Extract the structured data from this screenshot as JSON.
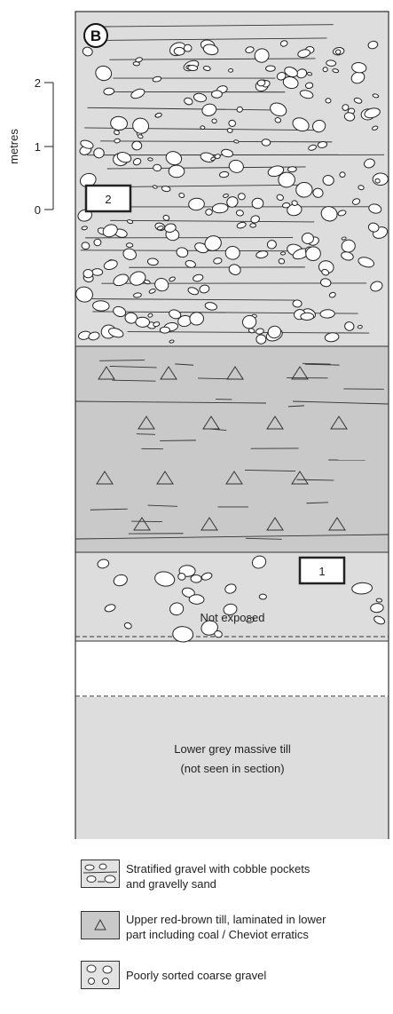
{
  "section": {
    "badge": "B",
    "scale": {
      "unit_label": "metres",
      "ticks": [
        "2",
        "1",
        "0"
      ]
    },
    "sample_boxes": [
      "2",
      "1"
    ],
    "layers": [
      {
        "id": "stratified-gravel",
        "fill": "#dddddd"
      },
      {
        "id": "red-brown-till",
        "fill": "#c9c9c9"
      },
      {
        "id": "coarse-gravel",
        "fill": "#dddddd"
      },
      {
        "id": "not-exposed",
        "label": "Not exposed",
        "fill": "#ffffff"
      },
      {
        "id": "lower-grey-till",
        "label": "Lower grey massive till\n(not seen in section)",
        "fill": "#dddddd"
      }
    ]
  },
  "legend": [
    {
      "icon": "stratified-gravel-swatch",
      "text": "Stratified gravel with cobble pockets\nand gravelly sand"
    },
    {
      "icon": "till-triangle-swatch",
      "text": "Upper red-brown till, laminated in lower\npart including coal / Cheviot erratics"
    },
    {
      "icon": "coarse-gravel-swatch",
      "text": "Poorly sorted coarse gravel"
    }
  ]
}
